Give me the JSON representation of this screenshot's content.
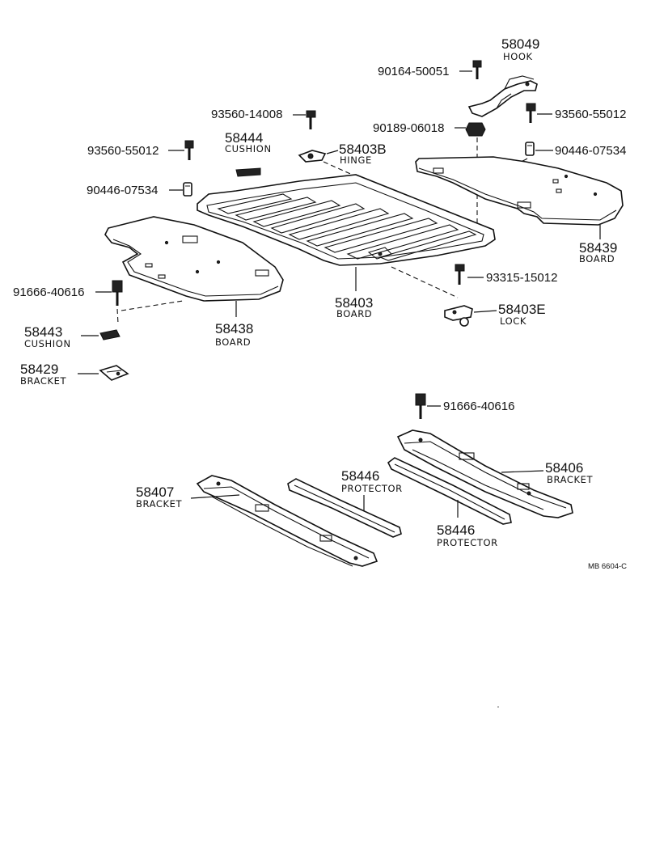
{
  "diagram_code": "MB 6604-C",
  "callouts": {
    "hook_num": "58049",
    "hook_name": "HOOK",
    "bolt_90164": "90164-50051",
    "screw_93560_top": "93560-55012",
    "bolt_93560_14008": "93560-14008",
    "nut_90189": "90189-06018",
    "cushion_58444_num": "58444",
    "cushion_58444_name": "CUSHION",
    "hinge_num": "58403B",
    "hinge_name": "HINGE",
    "screw_93560_left": "93560-55012",
    "clip_90446_right": "90446-07534",
    "clip_90446_left": "90446-07534",
    "board_58439_num": "58439",
    "board_58439_name": "BOARD",
    "bolt_91666_left": "91666-40616",
    "bolt_93315": "93315-15012",
    "board_58403_num": "58403",
    "board_58403_name": "BOARD",
    "lock_num": "58403E",
    "lock_name": "LOCK",
    "cushion_58443_num": "58443",
    "cushion_58443_name": "CUSHION",
    "board_58438_num": "58438",
    "board_58438_name": "BOARD",
    "bracket_58429_num": "58429",
    "bracket_58429_name": "BRACKET",
    "bolt_91666_right": "91666-40616",
    "bracket_58406_num": "58406",
    "bracket_58406_name": "BRACKET",
    "bracket_58407_num": "58407",
    "bracket_58407_name": "BRACKET",
    "protector_a_num": "58446",
    "protector_a_name": "PROTECTOR",
    "protector_b_num": "58446",
    "protector_b_name": "PROTECTOR"
  }
}
